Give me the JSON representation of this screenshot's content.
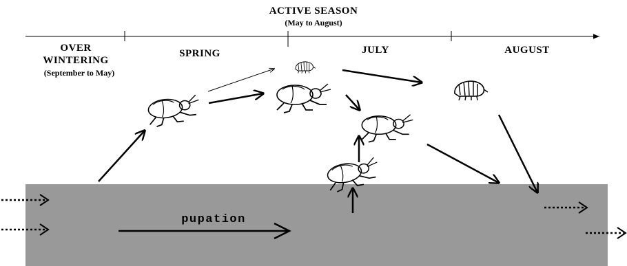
{
  "header": {
    "title": "ACTIVE SEASON",
    "subtitle": "(May to August)"
  },
  "timeline": {
    "overwintering_line1": "OVER",
    "overwintering_line2": "WINTERING",
    "overwintering_range": "(September to May)",
    "spring": "SPRING",
    "july": "JULY",
    "august": "AUGUST"
  },
  "soil": {
    "color": "#999999",
    "process_label": "pupation"
  },
  "icons": {
    "adult_beetle": "beetle-icon",
    "small_larva": "larva-icon",
    "large_larva": "larva-icon"
  }
}
